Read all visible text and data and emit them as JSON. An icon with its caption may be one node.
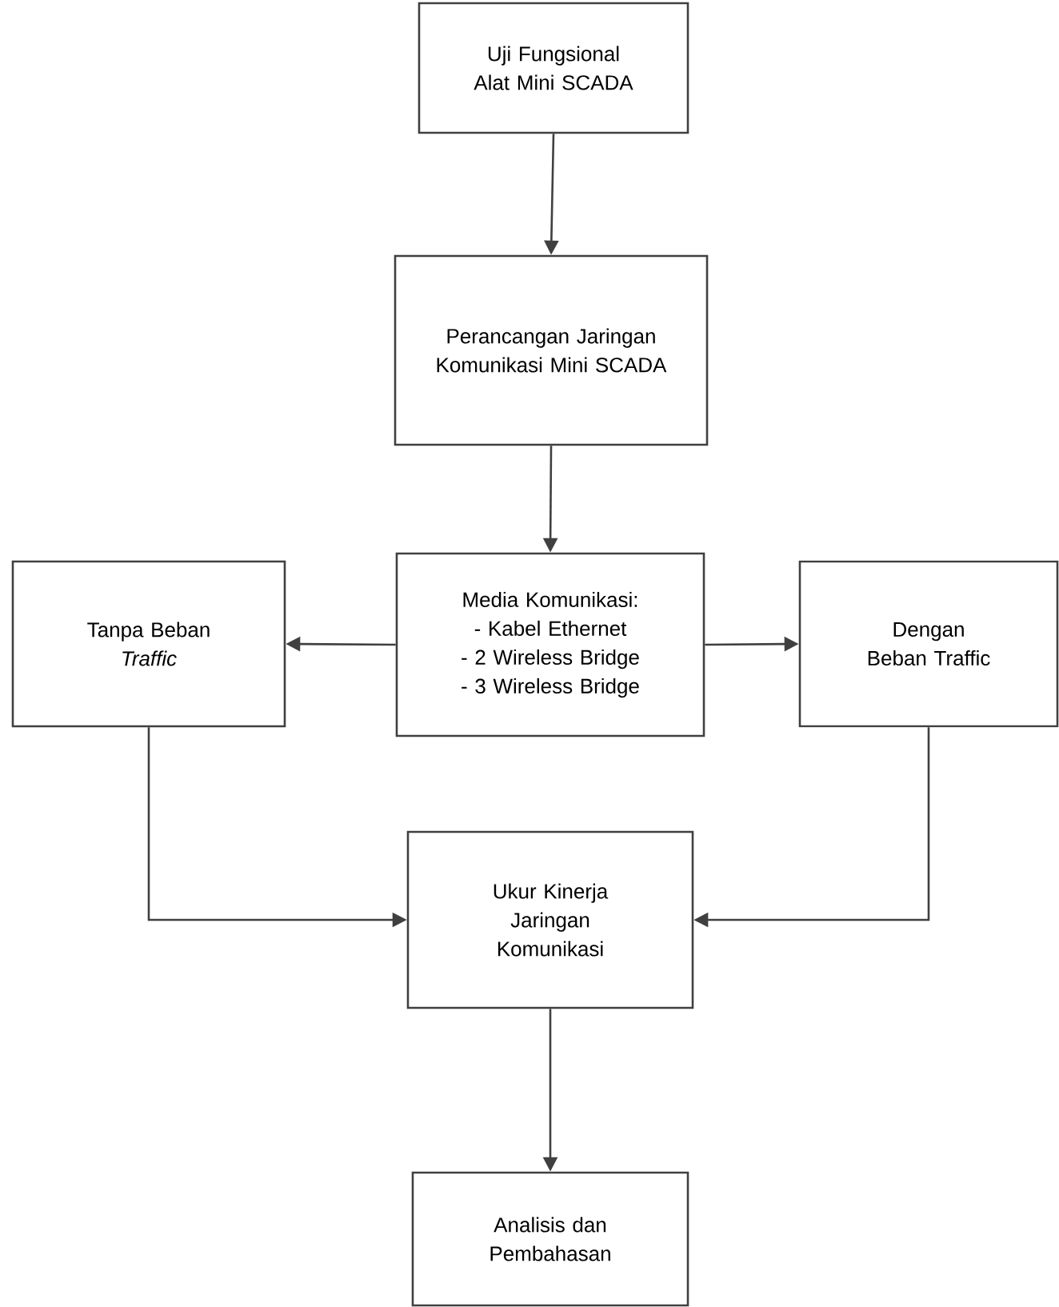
{
  "diagram": {
    "nodes": [
      {
        "text": [
          "Uji Fungsional Alat Mini SCADA"
        ]
      },
      {
        "text": [
          "Perancangan Jaringan Komunikasi Mini SCADA"
        ]
      },
      {
        "text": [
          "Media Komunikasi:",
          "- Kabel Ethernet",
          "- 2 Wireless Bridge",
          "- 3 Wireless Bridge"
        ]
      },
      {
        "text": [
          "Tanpa Beban",
          "*Traffic*"
        ]
      },
      {
        "text": [
          "Dengan Beban Traffic"
        ]
      },
      {
        "text": [
          "Ukur Kinerja Jaringan Komunikasi"
        ]
      },
      {
        "text": [
          "Analisis dan Pembahasan"
        ]
      }
    ],
    "edges": [
      {
        "from": 0,
        "to": 1,
        "arrow": "to"
      },
      {
        "from": 1,
        "to": 2,
        "arrow": "to"
      },
      {
        "from": 2,
        "to": 3,
        "arrow": "to"
      },
      {
        "from": 2,
        "to": 4,
        "arrow": "to"
      },
      {
        "from": 3,
        "to": 5,
        "arrow": "to"
      },
      {
        "from": 4,
        "to": 5,
        "arrow": "to"
      },
      {
        "from": 5,
        "to": 6,
        "arrow": "to"
      }
    ]
  }
}
